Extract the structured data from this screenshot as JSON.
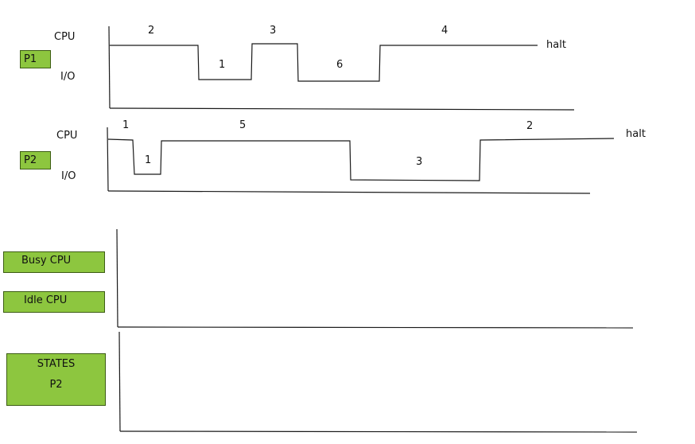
{
  "p1": {
    "name": "P1",
    "cpu_label": "CPU",
    "io_label": "I/O",
    "segments": [
      "2",
      "1",
      "3",
      "6",
      "4"
    ],
    "end_label": "halt"
  },
  "p2": {
    "name": "P2",
    "cpu_label": "CPU",
    "io_label": "I/O",
    "segments": [
      "1",
      "1",
      "5",
      "3",
      "2"
    ],
    "end_label": "halt"
  },
  "cpu_chart": {
    "busy_label": "Busy CPU",
    "idle_label": "Idle CPU"
  },
  "states_chart": {
    "line1": "STATES",
    "line2": "P2"
  },
  "colors": {
    "label_fill": "#8dc63f",
    "label_border": "#3d5d14",
    "line": "#1a1a1a"
  }
}
